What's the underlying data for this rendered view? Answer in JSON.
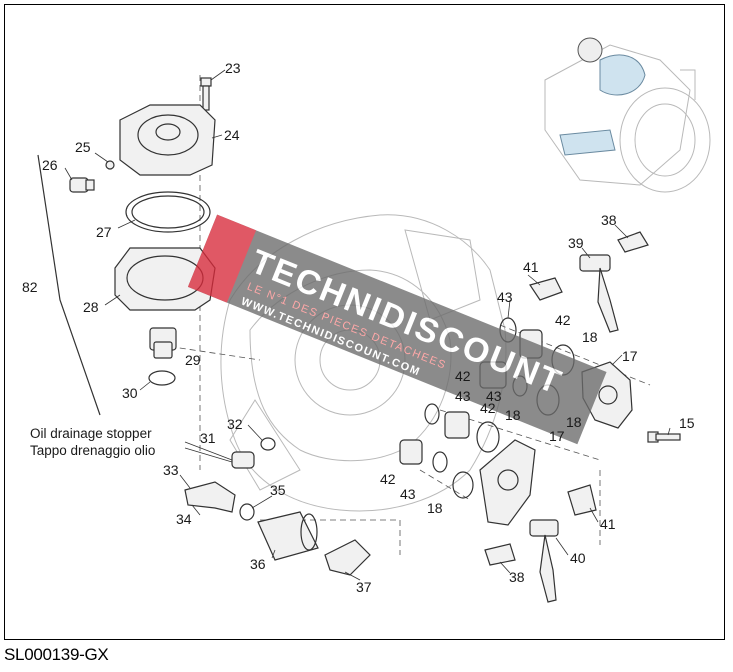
{
  "caption": "SL000139-GX",
  "notes": {
    "line1": "Oil drainage stopper",
    "line2": "Tappo drenaggio olio"
  },
  "watermark": {
    "brand": "TECHNIDISCOUNT",
    "tagline1": "LE N°1 DES PIECES DETACHEES",
    "tagline2": "WWW.TECHNIDISCOUNT.COM"
  },
  "callouts": [
    "23",
    "24",
    "25",
    "26",
    "27",
    "82",
    "28",
    "29",
    "30",
    "31",
    "32",
    "33",
    "34",
    "35",
    "36",
    "37",
    "38",
    "39",
    "41",
    "43",
    "18",
    "42",
    "17",
    "15",
    "40"
  ]
}
